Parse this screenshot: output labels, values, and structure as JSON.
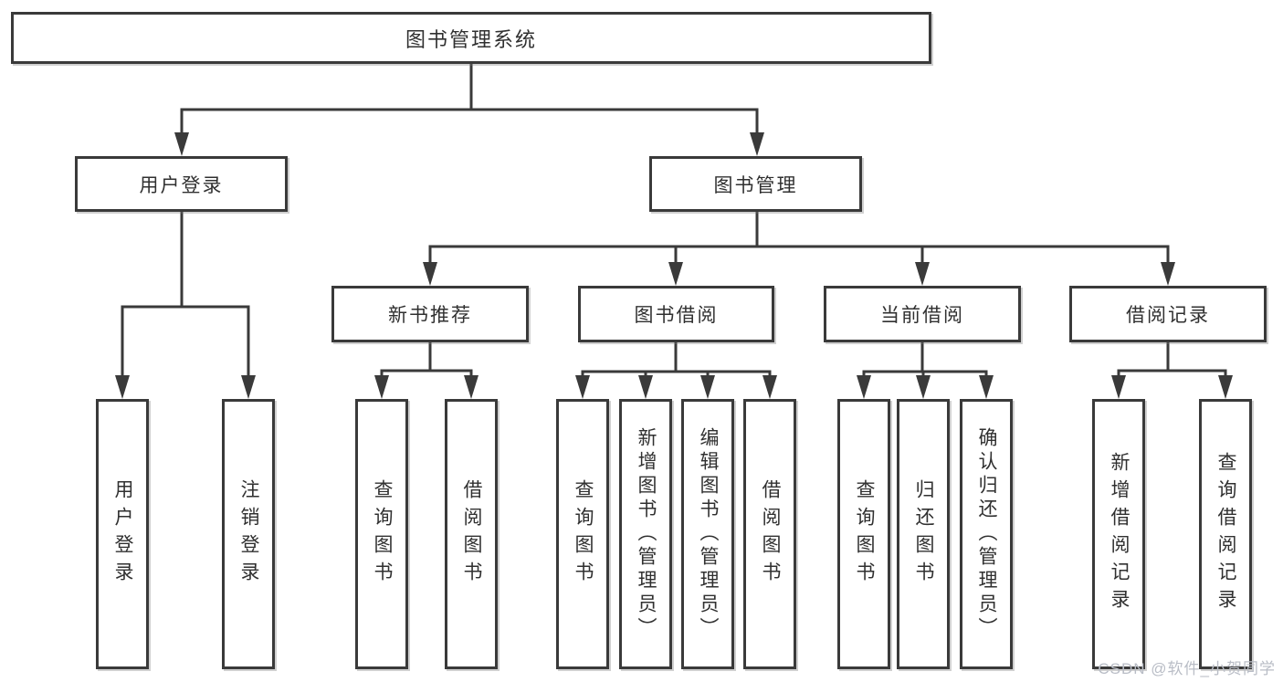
{
  "root": {
    "label": "图书管理系统"
  },
  "level2": {
    "user_login": "用户登录",
    "book_management": "图书管理"
  },
  "level3": {
    "new_book_recommend": "新书推荐",
    "book_borrow": "图书借阅",
    "current_borrow": "当前借阅",
    "borrow_records": "借阅记录"
  },
  "leaves": {
    "user_login": "用户登录",
    "logout": "注销登录",
    "newbook_query": "查询图书",
    "newbook_borrow": "借阅图书",
    "borrow_query": "查询图书",
    "borrow_add": "新增图书（管理员）",
    "borrow_edit": "编辑图书（管理员）",
    "borrow_lend": "借阅图书",
    "current_query": "查询图书",
    "current_return": "归还图书",
    "current_confirm": "确认归还（管理员）",
    "records_add": "新增借阅记录",
    "records_query": "查询借阅记录"
  },
  "watermark": "CSDN @软件_小贺同学",
  "colors": {
    "line": "#3a3a3a",
    "text": "#303030",
    "watermark": "#b9bdc6",
    "background": "#ffffff"
  }
}
